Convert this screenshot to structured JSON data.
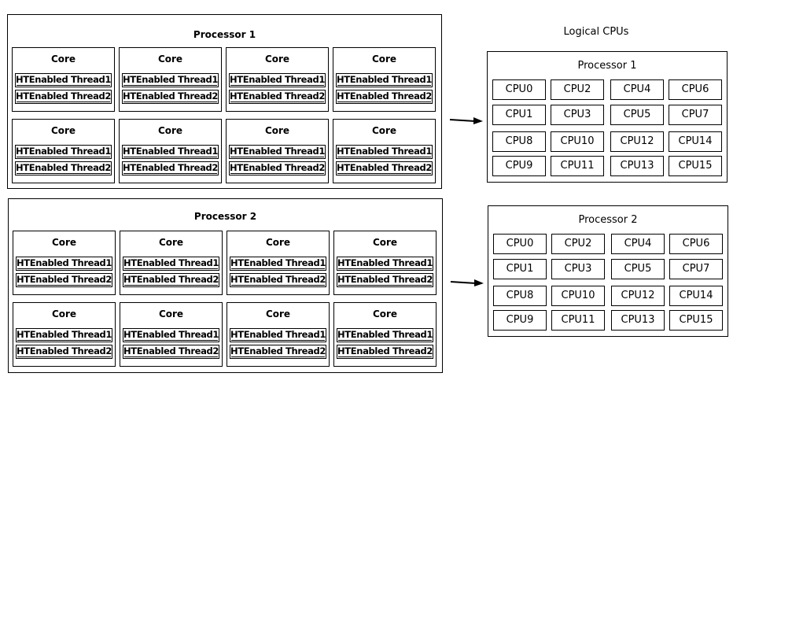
{
  "logical_heading": "Logical CPUs",
  "physical": [
    {
      "title": "Processor 1",
      "cores": [
        {
          "label": "Core",
          "threads": [
            "HTEnabled Thread1",
            "HTEnabled Thread2"
          ]
        },
        {
          "label": "Core",
          "threads": [
            "HTEnabled Thread1",
            "HTEnabled Thread2"
          ]
        },
        {
          "label": "Core",
          "threads": [
            "HTEnabled Thread1",
            "HTEnabled Thread2"
          ]
        },
        {
          "label": "Core",
          "threads": [
            "HTEnabled Thread1",
            "HTEnabled Thread2"
          ]
        },
        {
          "label": "Core",
          "threads": [
            "HTEnabled Thread1",
            "HTEnabled Thread2"
          ]
        },
        {
          "label": "Core",
          "threads": [
            "HTEnabled Thread1",
            "HTEnabled Thread2"
          ]
        },
        {
          "label": "Core",
          "threads": [
            "HTEnabled Thread1",
            "HTEnabled Thread2"
          ]
        },
        {
          "label": "Core",
          "threads": [
            "HTEnabled Thread1",
            "HTEnabled Thread2"
          ]
        }
      ]
    },
    {
      "title": "Processor 2",
      "cores": [
        {
          "label": "Core",
          "threads": [
            "HTEnabled Thread1",
            "HTEnabled Thread2"
          ]
        },
        {
          "label": "Core",
          "threads": [
            "HTEnabled Thread1",
            "HTEnabled Thread2"
          ]
        },
        {
          "label": "Core",
          "threads": [
            "HTEnabled Thread1",
            "HTEnabled Thread2"
          ]
        },
        {
          "label": "Core",
          "threads": [
            "HTEnabled Thread1",
            "HTEnabled Thread2"
          ]
        },
        {
          "label": "Core",
          "threads": [
            "HTEnabled Thread1",
            "HTEnabled Thread2"
          ]
        },
        {
          "label": "Core",
          "threads": [
            "HTEnabled Thread1",
            "HTEnabled Thread2"
          ]
        },
        {
          "label": "Core",
          "threads": [
            "HTEnabled Thread1",
            "HTEnabled Thread2"
          ]
        },
        {
          "label": "Core",
          "threads": [
            "HTEnabled Thread1",
            "HTEnabled Thread2"
          ]
        }
      ]
    }
  ],
  "logical": [
    {
      "title": "Processor 1",
      "cpus": [
        "CPU0",
        "CPU2",
        "CPU4",
        "CPU6",
        "CPU1",
        "CPU3",
        "CPU5",
        "CPU7",
        "CPU8",
        "CPU10",
        "CPU12",
        "CPU14",
        "CPU9",
        "CPU11",
        "CPU13",
        "CPU15"
      ]
    },
    {
      "title": "Processor 2",
      "cpus": [
        "CPU0",
        "CPU2",
        "CPU4",
        "CPU6",
        "CPU1",
        "CPU3",
        "CPU5",
        "CPU7",
        "CPU8",
        "CPU10",
        "CPU12",
        "CPU14",
        "CPU9",
        "CPU11",
        "CPU13",
        "CPU15"
      ]
    }
  ]
}
